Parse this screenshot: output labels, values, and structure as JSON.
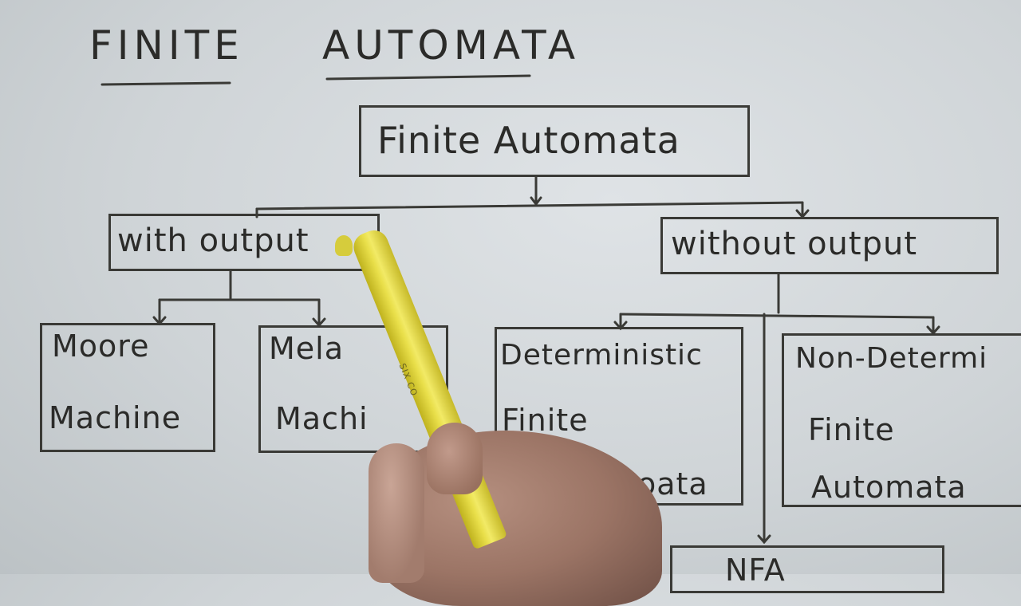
{
  "page_title": {
    "word1": "FINITE",
    "word2": "AUTOMATA"
  },
  "diagram": {
    "root": "Finite Automata",
    "with_output": "with output",
    "without_output": "without output",
    "moore": {
      "line1": "Moore",
      "line2": "Machine"
    },
    "mealy": {
      "line1": "Mela",
      "line2": "Machi"
    },
    "dfa": {
      "line1": "Deterministic",
      "line2": "Finite",
      "line3": "oata"
    },
    "nfa": {
      "line1": "Non-Determi",
      "line2": "Finite",
      "line3": "Automata"
    },
    "bottom": "NFA"
  },
  "pen_print": "SIX CO"
}
